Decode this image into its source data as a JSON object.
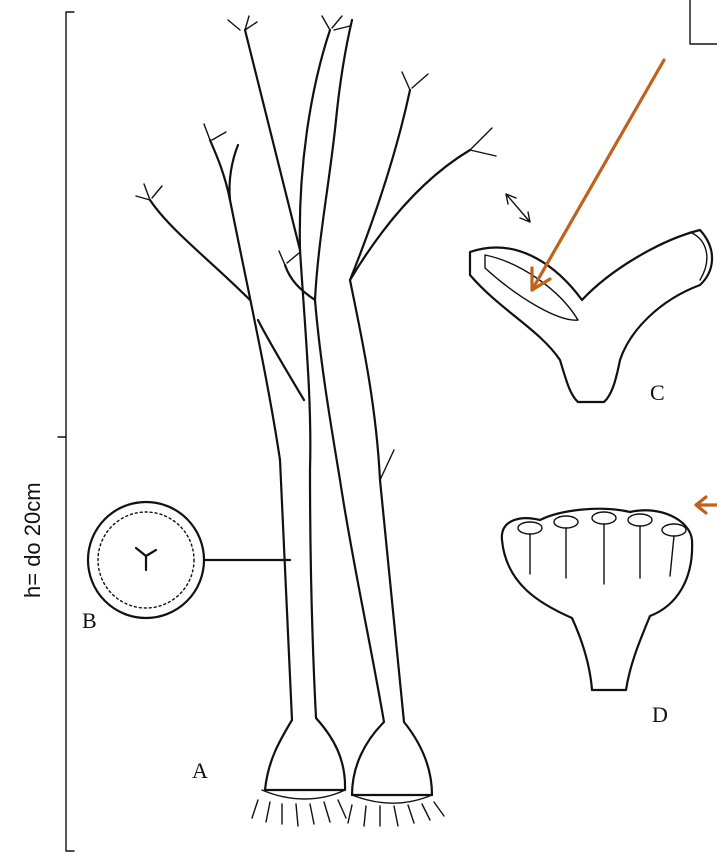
{
  "figure": {
    "height_label": "h= do 20cm",
    "labels": {
      "a": "A",
      "b": "B",
      "c": "C",
      "d": "D"
    },
    "colors": {
      "arrow": "#c0611c",
      "ink": "#111111",
      "background": "#ffffff"
    }
  }
}
